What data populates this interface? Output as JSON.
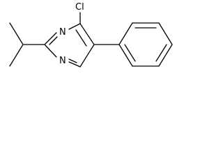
{
  "molecule": {
    "atoms": {
      "chlorine": "Cl",
      "nitrogen_top": "N",
      "nitrogen_bottom": "N"
    },
    "colors": {
      "bond": "#000000",
      "label": "#000000",
      "background": "#ffffff"
    }
  }
}
